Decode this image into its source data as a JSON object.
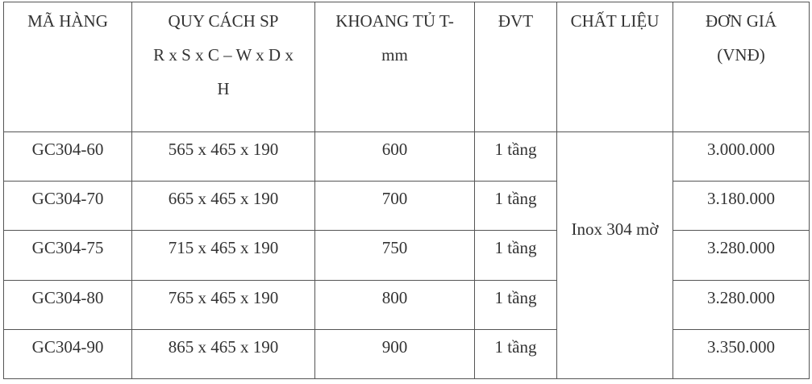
{
  "table": {
    "headers": {
      "code": "MÃ HÀNG",
      "spec": {
        "line1": "QUY CÁCH SP",
        "line2": "R x S x C – W x D x",
        "line3": "H"
      },
      "cabinet": {
        "line1": "KHOANG TỦ T-",
        "line2": "mm"
      },
      "unit": "ĐVT",
      "material": "CHẤT LIỆU",
      "price": {
        "line1": "ĐƠN GIÁ",
        "line2": "(VNĐ)"
      }
    },
    "material_value": "Inox 304 mờ",
    "rows": [
      {
        "code": "GC304-60",
        "spec": "565 x 465 x 190",
        "cabinet": "600",
        "unit": "1 tầng",
        "price": "3.000.000"
      },
      {
        "code": "GC304-70",
        "spec": "665 x 465 x 190",
        "cabinet": "700",
        "unit": "1 tầng",
        "price": "3.180.000"
      },
      {
        "code": "GC304-75",
        "spec": "715 x 465 x 190",
        "cabinet": "750",
        "unit": "1 tầng",
        "price": "3.280.000"
      },
      {
        "code": "GC304-80",
        "spec": "765 x 465 x 190",
        "cabinet": "800",
        "unit": "1 tầng",
        "price": "3.280.000"
      },
      {
        "code": "GC304-90",
        "spec": "865 x 465 x 190",
        "cabinet": "900",
        "unit": "1 tầng",
        "price": "3.350.000"
      }
    ]
  },
  "colors": {
    "text": "#333333",
    "border": "#555555",
    "background": "#ffffff"
  }
}
